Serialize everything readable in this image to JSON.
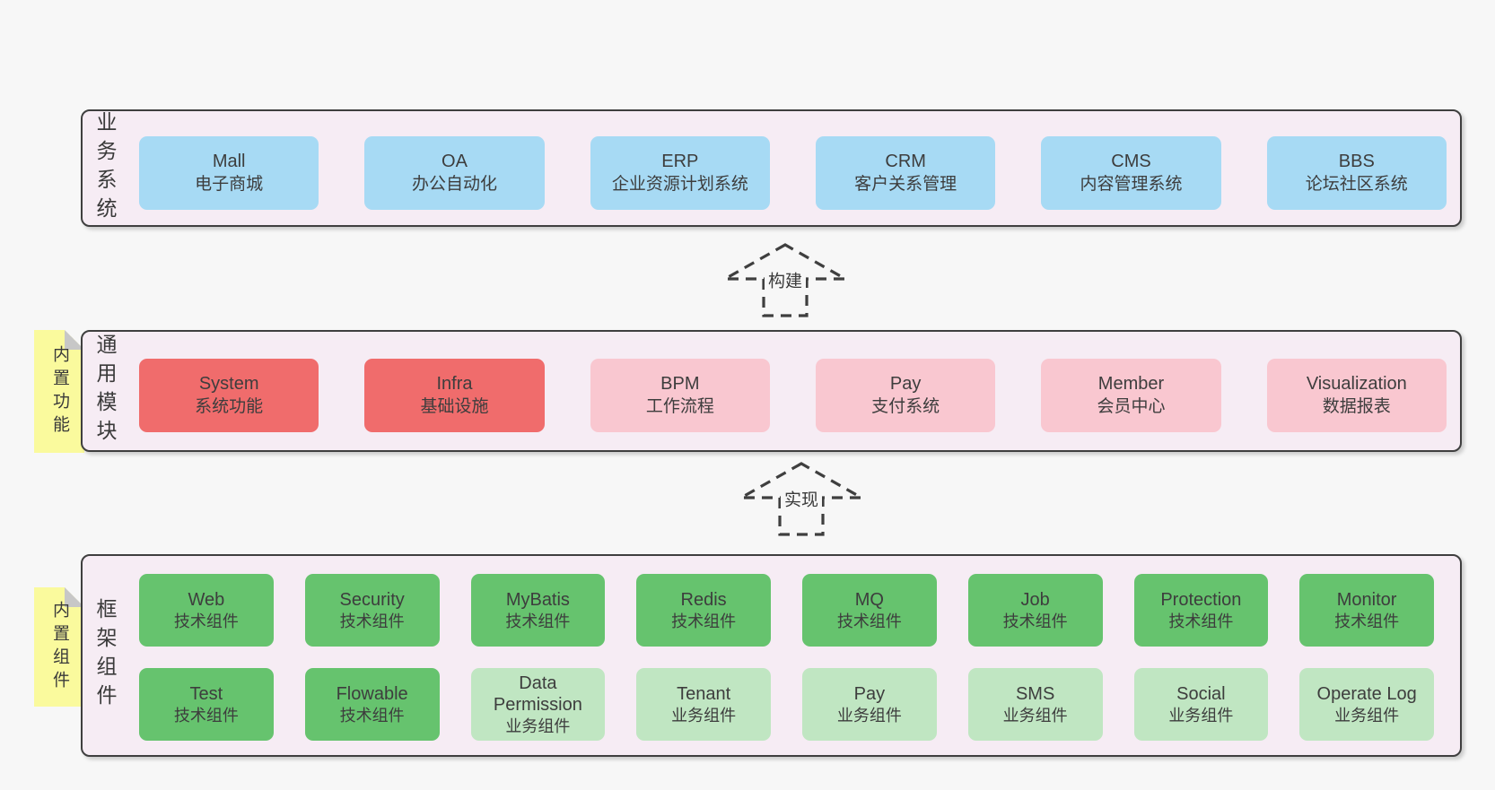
{
  "colors": {
    "page_background": "#f7f7f7",
    "band_background": "#f6ecf4",
    "band_border": "#3f3f3f",
    "blue_box": "#a7daf4",
    "red_box": "#f06c6c",
    "pink_box": "#f9c7d0",
    "green_box": "#66c36e",
    "light_green_box": "#c0e6c2",
    "sticky_note": "#fafa9d",
    "text": "#3d3d3d"
  },
  "bands": [
    {
      "label": "业务系统",
      "boxes": [
        {
          "en": "Mall",
          "zh": "电子商城"
        },
        {
          "en": "OA",
          "zh": "办公自动化"
        },
        {
          "en": "ERP",
          "zh": "企业资源计划系统"
        },
        {
          "en": "CRM",
          "zh": "客户关系管理"
        },
        {
          "en": "CMS",
          "zh": "内容管理系统"
        },
        {
          "en": "BBS",
          "zh": "论坛社区系统"
        }
      ]
    },
    {
      "label": "通用模块",
      "sticky": "内置功能",
      "boxes": [
        {
          "en": "System",
          "zh": "系统功能"
        },
        {
          "en": "Infra",
          "zh": "基础设施"
        },
        {
          "en": "BPM",
          "zh": "工作流程"
        },
        {
          "en": "Pay",
          "zh": "支付系统"
        },
        {
          "en": "Member",
          "zh": "会员中心"
        },
        {
          "en": "Visualization",
          "zh": "数据报表"
        }
      ]
    },
    {
      "label": "框架组件",
      "sticky": "内置组件",
      "rows": [
        [
          {
            "en": "Web",
            "zh": "技术组件"
          },
          {
            "en": "Security",
            "zh": "技术组件"
          },
          {
            "en": "MyBatis",
            "zh": "技术组件"
          },
          {
            "en": "Redis",
            "zh": "技术组件"
          },
          {
            "en": "MQ",
            "zh": "技术组件"
          },
          {
            "en": "Job",
            "zh": "技术组件"
          },
          {
            "en": "Protection",
            "zh": "技术组件"
          },
          {
            "en": "Monitor",
            "zh": "技术组件"
          }
        ],
        [
          {
            "en": "Test",
            "zh": "技术组件"
          },
          {
            "en": "Flowable",
            "zh": "技术组件"
          },
          {
            "en": "Data Permission",
            "zh": "业务组件"
          },
          {
            "en": "Tenant",
            "zh": "业务组件"
          },
          {
            "en": "Pay",
            "zh": "业务组件"
          },
          {
            "en": "SMS",
            "zh": "业务组件"
          },
          {
            "en": "Social",
            "zh": "业务组件"
          },
          {
            "en": "Operate Log",
            "zh": "业务组件"
          }
        ]
      ]
    }
  ],
  "arrows": [
    {
      "label": "构建"
    },
    {
      "label": "实现"
    }
  ]
}
